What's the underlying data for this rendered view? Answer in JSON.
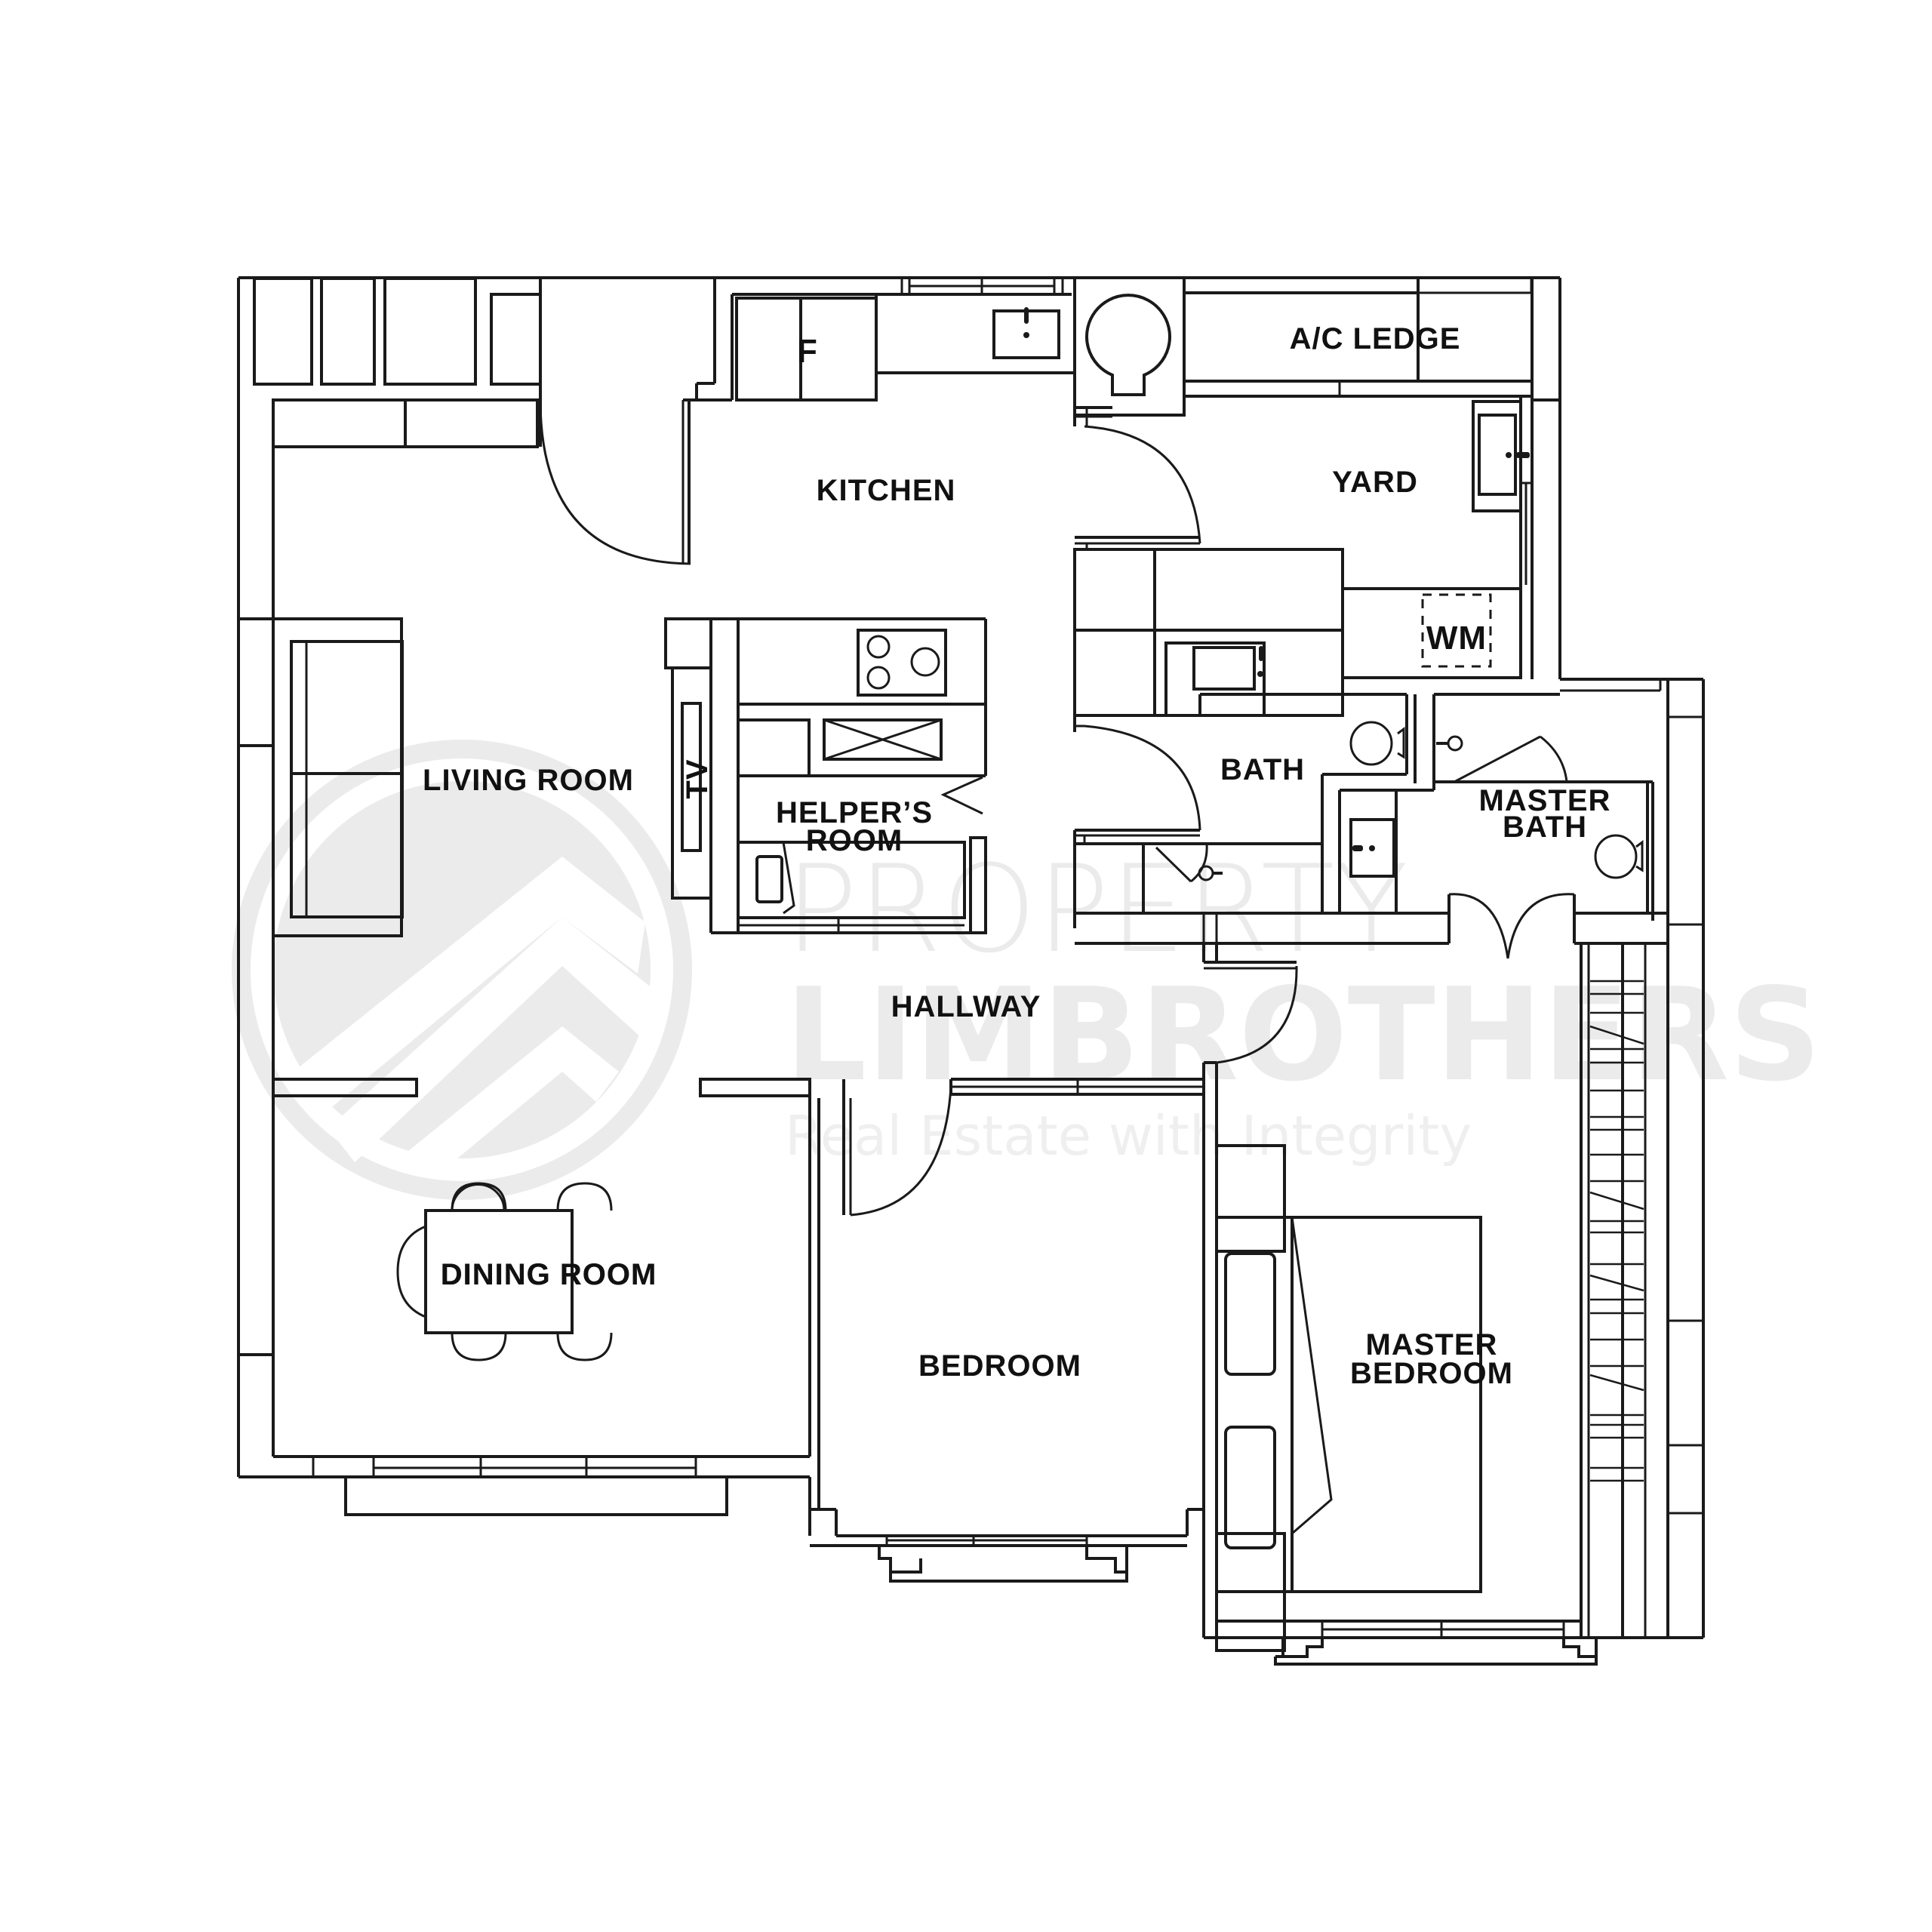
{
  "watermark": {
    "line1": "PROPERTY",
    "line2": "LIMBROTHERS",
    "tagline": "Real Estate with Integrity",
    "color": "#ebebeb"
  },
  "rooms": {
    "kitchen": "KITCHEN",
    "fridge": "F",
    "ac_ledge": "A/C LEDGE",
    "yard": "YARD",
    "washing_machine": "WM",
    "living_room": "LIVING ROOM",
    "tv": "TV",
    "helpers_room_1": "HELPER’S",
    "helpers_room_2": "ROOM",
    "bath": "BATH",
    "master_bath_1": "MASTER",
    "master_bath_2": "BATH",
    "hallway": "HALLWAY",
    "dining_room": "DINING ROOM",
    "bedroom": "BEDROOM",
    "master_bedroom_1": "MASTER",
    "master_bedroom_2": "BEDROOM"
  },
  "colors": {
    "line": "#1a1a1a",
    "background": "#ffffff",
    "watermark": "#ebebeb"
  }
}
